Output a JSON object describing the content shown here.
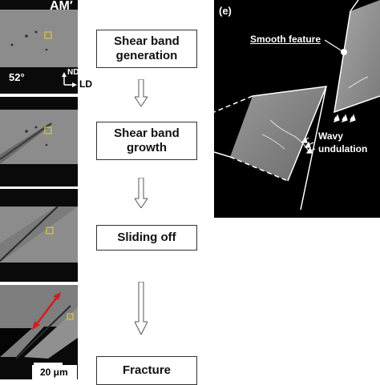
{
  "left_panels": {
    "top_label": "AM′",
    "angle": "52°",
    "axis_nd": "ND",
    "axis_ld": "LD",
    "scale_bar": "20 μm"
  },
  "flow": {
    "stages": [
      {
        "label": "Shear band\ngeneration"
      },
      {
        "label": "Shear band\ngrowth"
      },
      {
        "label": "Sliding off"
      },
      {
        "label": "Fracture"
      }
    ]
  },
  "panel_e": {
    "letter": "(e)",
    "smooth": "Smooth feature",
    "wavy1": "Wavy",
    "wavy2": "undulation"
  },
  "colors": {
    "sample_gray": "#8f8f8f",
    "marker_yellow": "#d8c832",
    "arrow_red": "#d51c1c"
  }
}
